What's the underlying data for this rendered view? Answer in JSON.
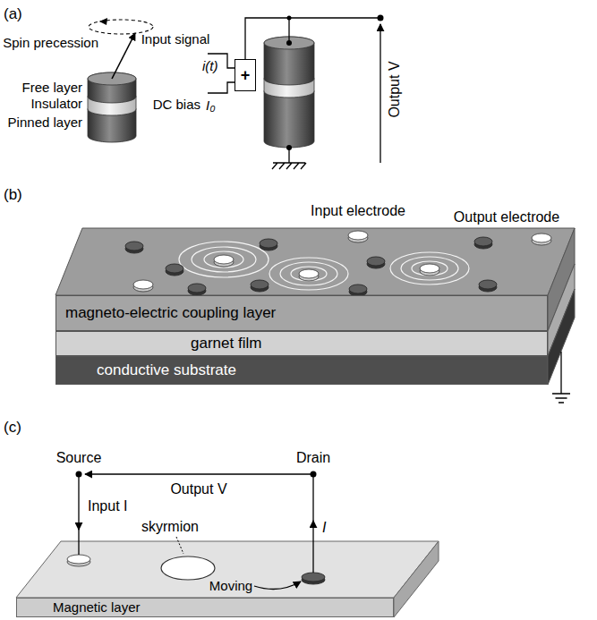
{
  "diagram": {
    "nodes": [
      {
        "text": [
          "+"
        ]
      },
      {
        "text": [
          "magneto-electric coupling layer"
        ]
      },
      {
        "text": [
          "garnet film"
        ]
      },
      {
        "text": [
          "conductive substrate"
        ]
      },
      {
        "text": [
          "Magnetic layer"
        ]
      }
    ],
    "labels": [
      "(a)",
      "Spin precession",
      "Free layer",
      "Insulator",
      "Pinned layer",
      "Input signal",
      "i(t)",
      "DC bias",
      "I₀",
      "Output V",
      "(b)",
      "Input electrode",
      "Output electrode",
      "(c)",
      "Source",
      "Drain",
      "Input I",
      "Output V",
      "I",
      "skyrmion",
      "Moving"
    ]
  }
}
